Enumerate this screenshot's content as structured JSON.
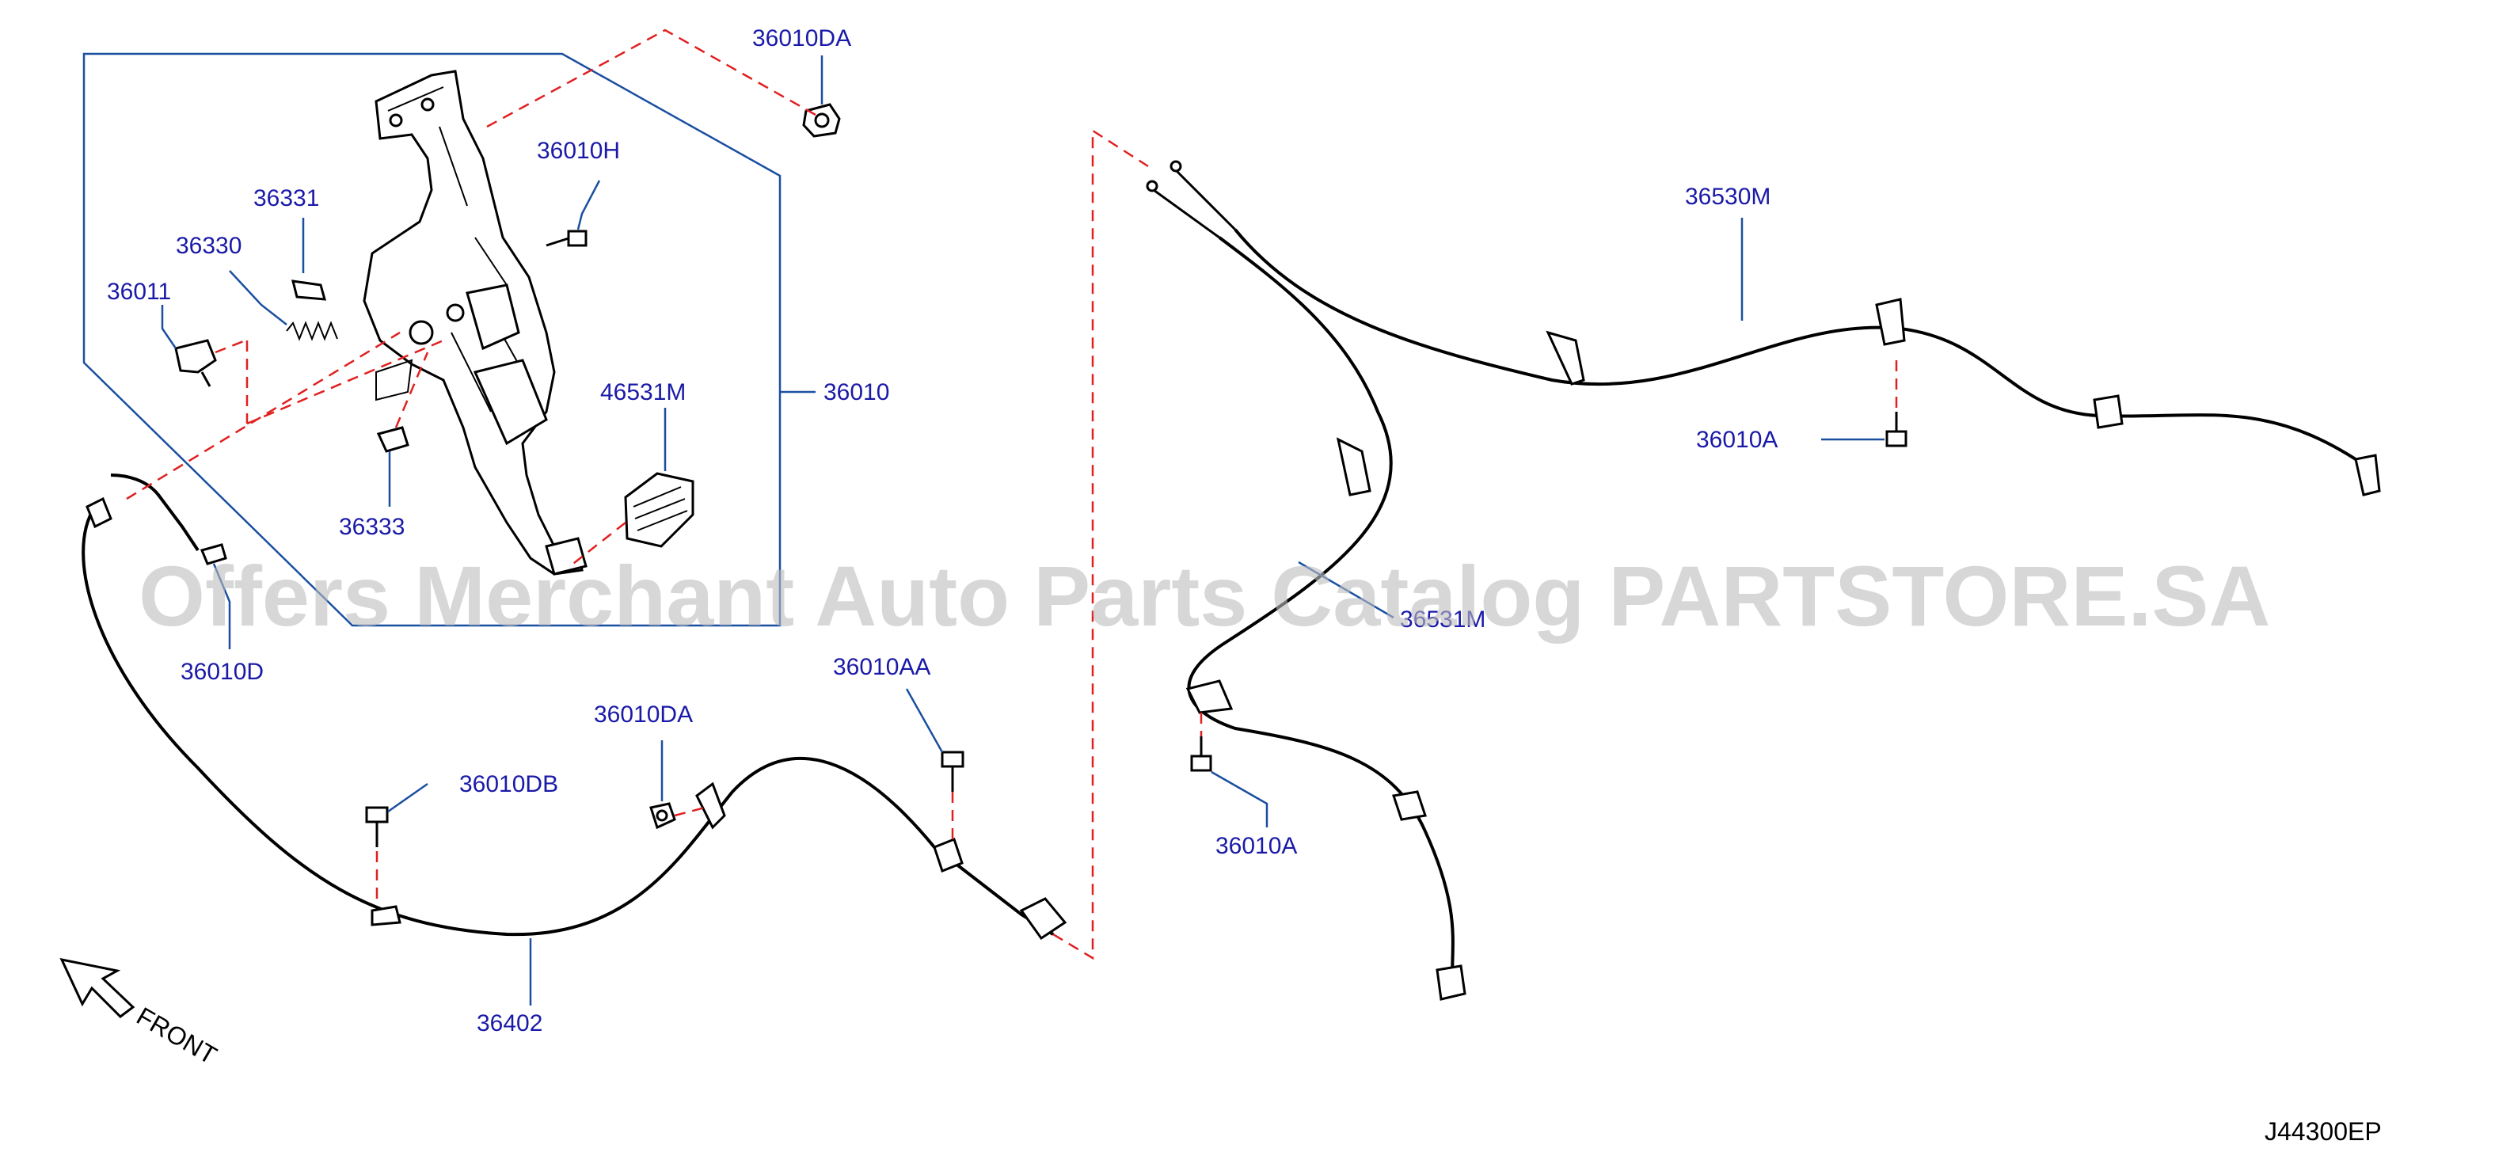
{
  "parts": {
    "nut_36010DA_top": "36010DA",
    "bolt_36010H": "36010H",
    "pad_36331": "36331",
    "spring_36330": "36330",
    "switch_36011": "36011",
    "pad_46531M": "46531M",
    "pedal_assy_36010": "36010",
    "clip_36333": "36333",
    "clip_36010D": "36010D",
    "bolt_36010AA": "36010AA",
    "nut_36010DA_lower": "36010DA",
    "bolt_36010DB": "36010DB",
    "cable_36402": "36402",
    "cable_36530M": "36530M",
    "bolt_36010A_right": "36010A",
    "cable_36531M": "36531M",
    "bolt_36010A_lower": "36010A"
  },
  "front_label": "FRONT",
  "diagram_code": "J44300EP",
  "watermark": "Offers Merchant Auto Parts Catalog PARTSTORE.SA",
  "colors": {
    "label_blue": "#1a1aa8",
    "leader_blue": "#1a4fa0",
    "dash_red": "#e02020",
    "line_black": "#000000",
    "watermark_gray": "#bdbdbd"
  }
}
